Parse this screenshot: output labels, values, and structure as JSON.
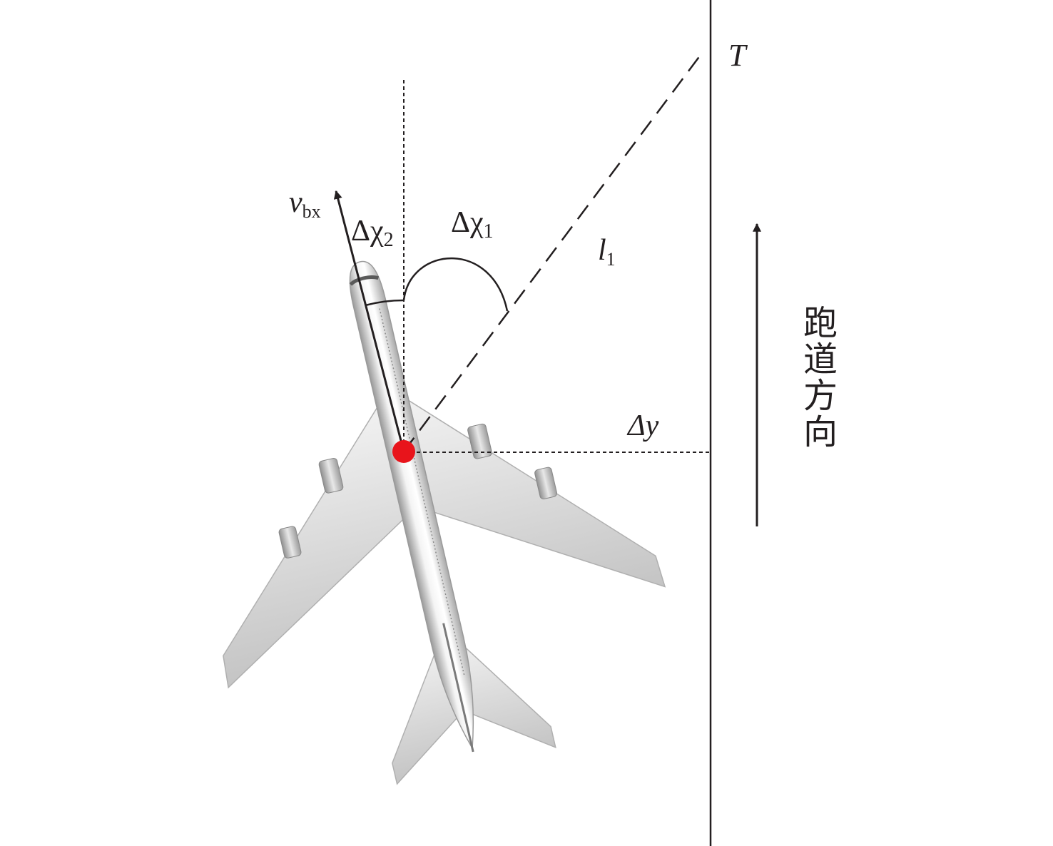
{
  "labels": {
    "velocity": {
      "main": "v",
      "sub": "bx"
    },
    "angle2": {
      "main": "Δχ",
      "sub": "2"
    },
    "angle1": {
      "main": "Δχ",
      "sub": "1"
    },
    "distance": {
      "main": "l",
      "sub": "1"
    },
    "lateral_offset": "Δy",
    "target": "T",
    "runway_direction": [
      "跑",
      "道",
      "方",
      "向"
    ]
  },
  "colors": {
    "line": "#231f20",
    "center_of_gravity": "#e8141b",
    "fuselage": "#e4e4e4",
    "wing": "#dcdcdc",
    "engine": "#bdbdbd"
  }
}
